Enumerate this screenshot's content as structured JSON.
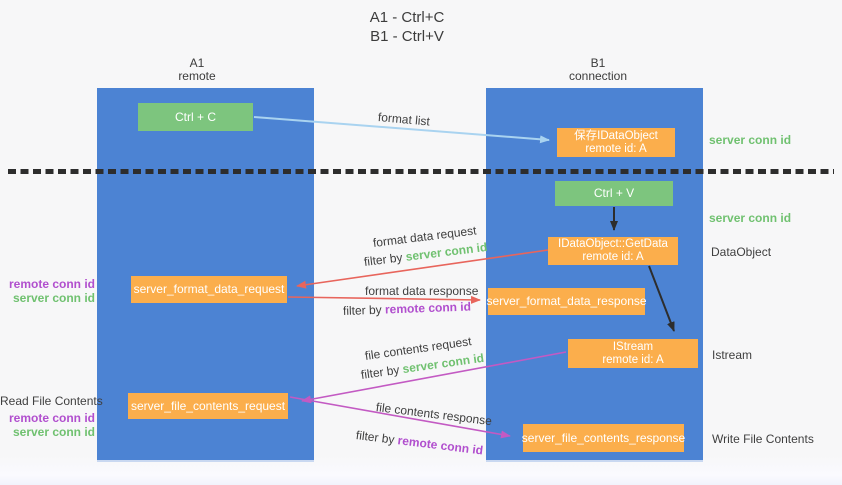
{
  "title": {
    "line1": "A1 - Ctrl+C",
    "line2": "B1 - Ctrl+V"
  },
  "lanes": {
    "left": {
      "name": "A1",
      "role": "remote"
    },
    "right": {
      "name": "B1",
      "role": "connection"
    }
  },
  "nodes": {
    "ctrl_c": {
      "label": "Ctrl + C"
    },
    "ctrl_v": {
      "label": "Ctrl + V"
    },
    "save_dataobject": {
      "line1": "保存IDataObject",
      "line2": "remote id: A"
    },
    "getdata": {
      "line1": "IDataObject::GetData",
      "line2": "remote id: A"
    },
    "istream": {
      "line1": "IStream",
      "line2": "remote id: A"
    },
    "format_request": {
      "label": "server_format_data_request"
    },
    "format_response": {
      "label": "server_format_data_response"
    },
    "file_request": {
      "label": "server_file_contents_request"
    },
    "file_response": {
      "label": "server_file_contents_response"
    }
  },
  "flow_labels": {
    "format_list": "format list",
    "format_data_request": "format data request",
    "format_data_request_filter_prefix": "filter by ",
    "format_data_request_filter_key": "server conn id",
    "format_data_response": "format data response",
    "format_data_response_filter_prefix": "filter by ",
    "format_data_response_filter_key": "remote conn id",
    "file_contents_request": "file contents request",
    "file_contents_request_filter_prefix": "filter by ",
    "file_contents_request_filter_key": "server conn id",
    "file_contents_response": "file contents response",
    "file_contents_response_filter_prefix": "filter by ",
    "file_contents_response_filter_key": "remote conn id"
  },
  "side_labels": {
    "right_server_conn_id_top": "server conn id",
    "right_server_conn_id_mid": "server conn id",
    "right_dataobject": "DataObject",
    "right_istream": "Istream",
    "right_write_file": "Write File Contents",
    "left_remote_conn_id_top": "remote conn id",
    "left_server_conn_id_top": "server conn id",
    "left_read_file": "Read File Contents",
    "left_remote_conn_id_bottom": "remote conn id",
    "left_server_conn_id_bottom": "server conn id"
  },
  "colors": {
    "lane_blue": "#4c83d3",
    "action_green": "#7dc57e",
    "message_orange": "#fbae4c",
    "request_arrow_red": "#e8655c",
    "file_arrow_magenta": "#c35ac3",
    "format_list_arrow_blue": "#a9d3f0",
    "black_arrow": "#2d2d2d",
    "conn_id_green_text": "#70c170",
    "conn_id_purple_text": "#b14fce",
    "background": "#f7f7f8"
  }
}
